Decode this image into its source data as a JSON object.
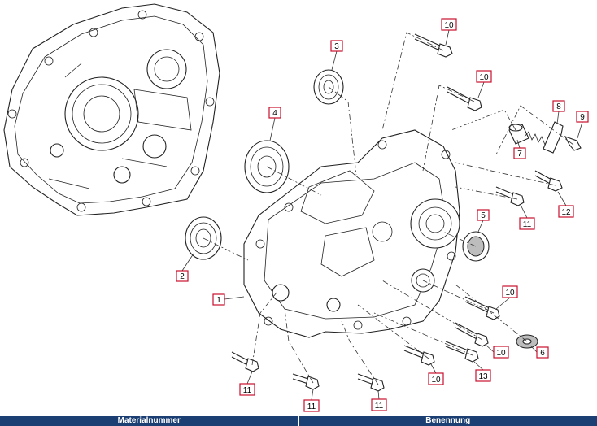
{
  "callouts": [
    {
      "id": "c1",
      "label": "1"
    },
    {
      "id": "c2",
      "label": "2"
    },
    {
      "id": "c3",
      "label": "3"
    },
    {
      "id": "c4",
      "label": "4"
    },
    {
      "id": "c5",
      "label": "5"
    },
    {
      "id": "c6",
      "label": "6"
    },
    {
      "id": "c7",
      "label": "7"
    },
    {
      "id": "c8",
      "label": "8"
    },
    {
      "id": "c9",
      "label": "9"
    },
    {
      "id": "c10a",
      "label": "10"
    },
    {
      "id": "c10b",
      "label": "10"
    },
    {
      "id": "c10c",
      "label": "10"
    },
    {
      "id": "c10d",
      "label": "10"
    },
    {
      "id": "c10e",
      "label": "10"
    },
    {
      "id": "c11a",
      "label": "11"
    },
    {
      "id": "c11b",
      "label": "11"
    },
    {
      "id": "c11c",
      "label": "11"
    },
    {
      "id": "c11d",
      "label": "11"
    },
    {
      "id": "c12",
      "label": "12"
    },
    {
      "id": "c13",
      "label": "13"
    }
  ],
  "table": {
    "col_material": "Materialnummer",
    "col_name": "Benennung"
  },
  "colors": {
    "callout_border": "#c8102e",
    "table_header": "#1b3f73"
  }
}
